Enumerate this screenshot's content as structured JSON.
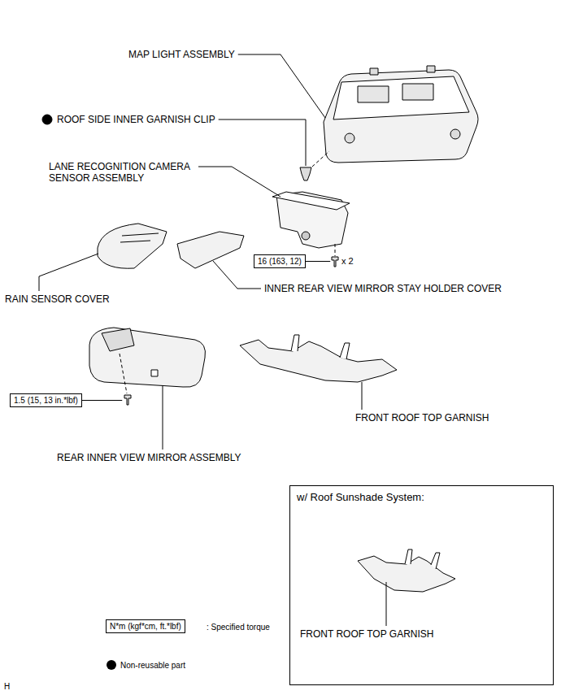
{
  "diagram": {
    "nodes": [
      {
        "text": [
          "16 (163, 12)"
        ]
      },
      {
        "text": [
          "1.5 (15, 13 in.*lbf)"
        ]
      },
      {
        "text": [
          "w/ Roof Sunshade System:",
          "FRONT ROOF TOP GARNISH"
        ]
      },
      {
        "text": [
          "N*m (kgf*cm, ft.*lbf)"
        ]
      }
    ],
    "labels": [
      "MAP LIGHT ASSEMBLY",
      "ROOF SIDE INNER GARNISH CLIP",
      "LANE RECOGNITION CAMERA SENSOR ASSEMBLY",
      "x 2",
      "RAIN SENSOR COVER",
      "INNER REAR VIEW MIRROR STAY HOLDER COVER",
      "REAR INNER VIEW MIRROR ASSEMBLY",
      "FRONT ROOF TOP GARNISH",
      ": Specified torque",
      "H"
    ],
    "legend": [
      {
        "text": "Non-reusable part"
      }
    ]
  }
}
